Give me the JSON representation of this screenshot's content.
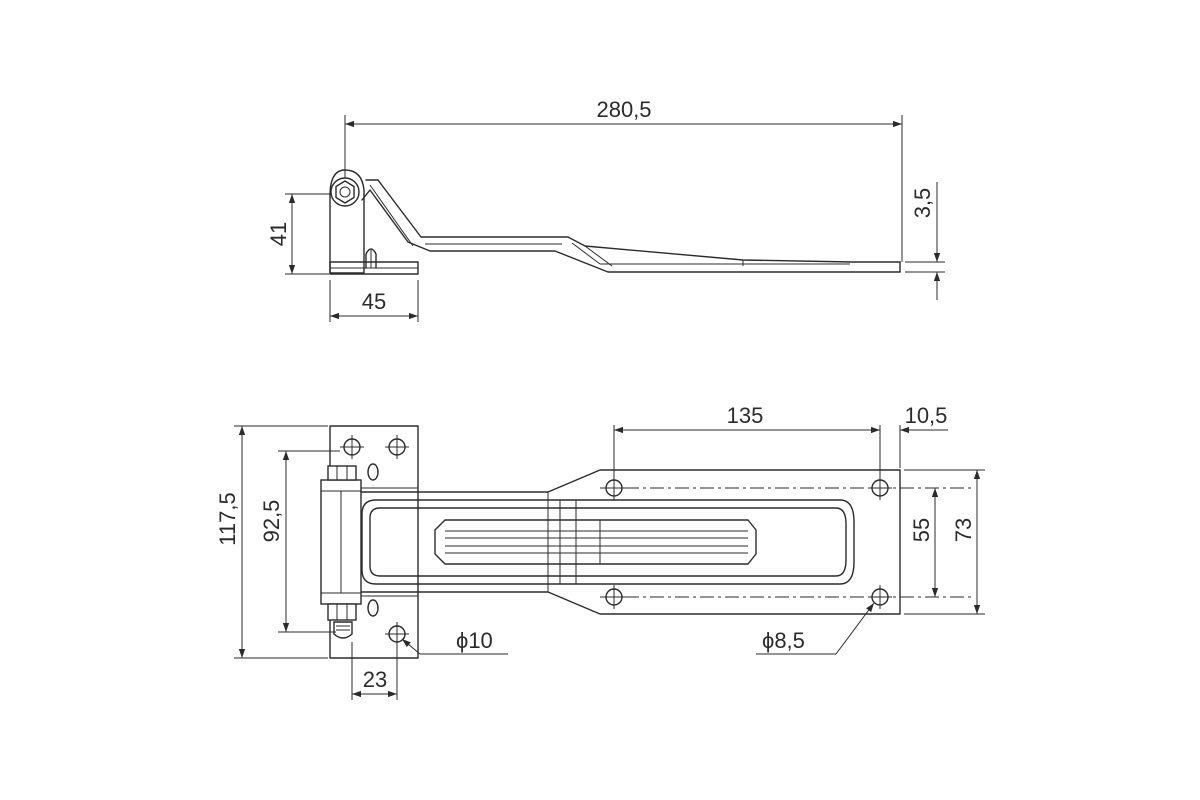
{
  "dimensions": {
    "overall_length": "280,5",
    "plate_thickness": "3,5",
    "hinge_height": "41",
    "base_width": "45",
    "leaf_length": "135",
    "end_offset": "10,5",
    "hole_spacing": "55",
    "leaf_width": "73",
    "total_height": "117,5",
    "base_hole_spacing": "92,5",
    "base_hole_offset": "23",
    "base_hole_diameter": "ϕ10",
    "leaf_hole_diameter": "ϕ8,5"
  },
  "colors": {
    "line": "#2b2b2b",
    "background": "#ffffff"
  }
}
